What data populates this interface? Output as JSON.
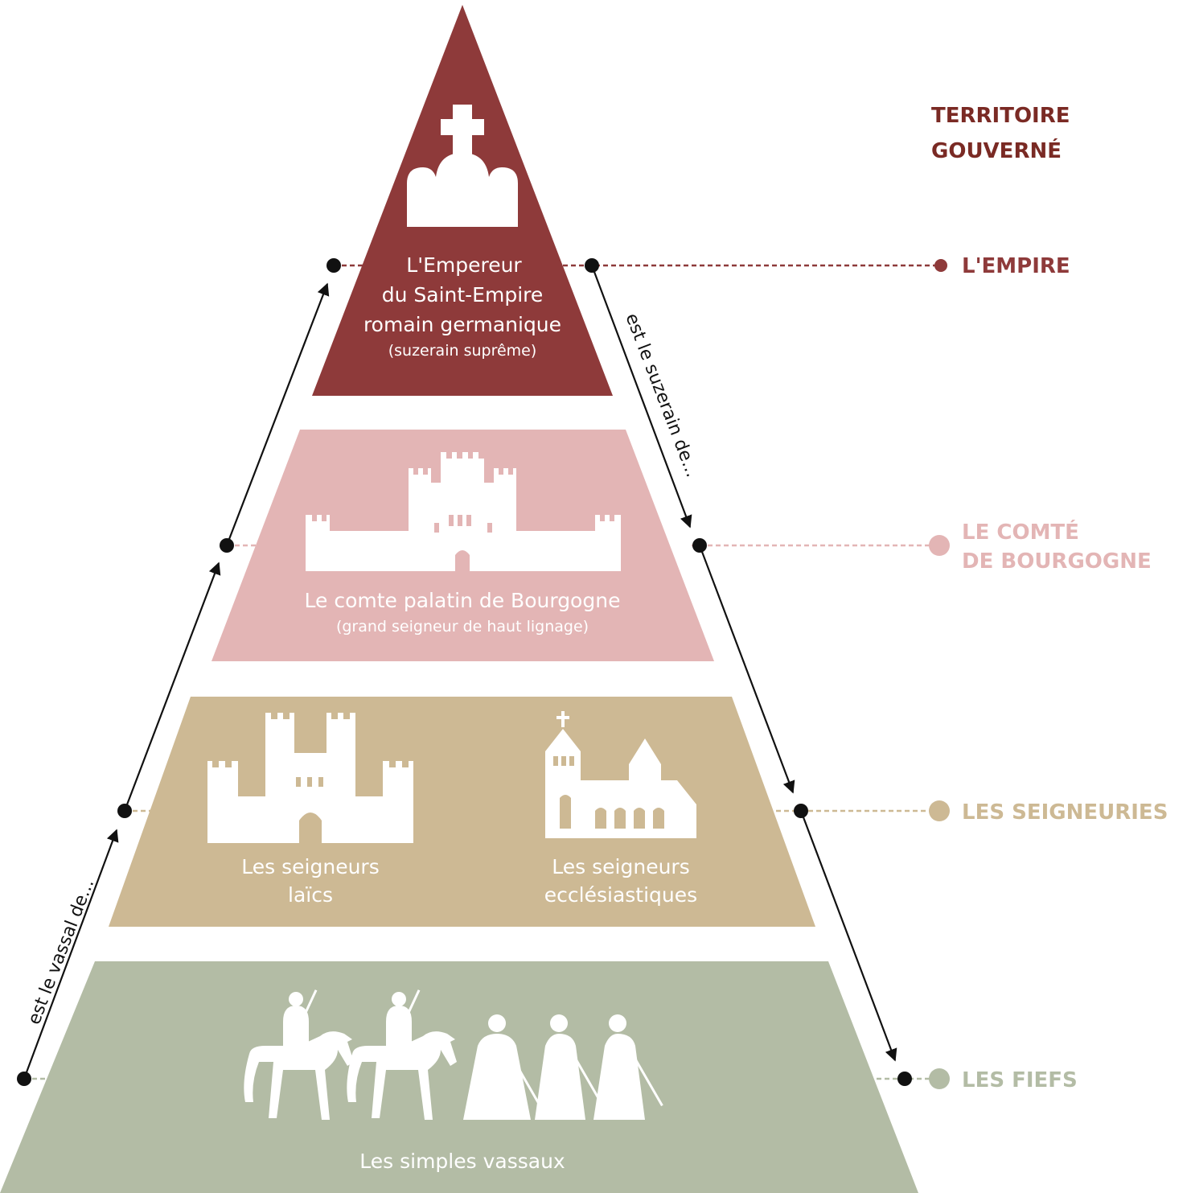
{
  "heading": {
    "line1": "TERRITOIRE",
    "line2": "GOUVERNÉ"
  },
  "tiers": {
    "empereur": {
      "line1": "L'Empereur",
      "line2": "du Saint-Empire",
      "line3": "romain germanique",
      "sub": "(suzerain suprême)"
    },
    "comte": {
      "main": "Le comte palatin de Bourgogne",
      "sub": "(grand seigneur de haut lignage)"
    },
    "seigneurs": {
      "laics_line1": "Les seigneurs",
      "laics_line2": "laïcs",
      "eccl_line1": "Les seigneurs",
      "eccl_line2": "ecclésiastiques"
    },
    "vassaux": {
      "main": "Les simples vassaux"
    }
  },
  "territories": {
    "empire": "L'EMPIRE",
    "comte_line1": "LE COMTÉ",
    "comte_line2": "DE BOURGOGNE",
    "seigneuries": "LES SEIGNEURIES",
    "fiefs": "LES FIEFS"
  },
  "relations": {
    "vassal": "est le vassal de...",
    "suzerain": "est le suzerain de..."
  },
  "colors": {
    "empire": "#8e3a3a",
    "comte": "#e3b5b5",
    "seigneuries": "#cdb994",
    "fiefs": "#b3bca5",
    "heading": "#7a2a24",
    "arrows": "#111111"
  },
  "icons": {
    "empire": "crown-icon",
    "comte": "palace-castle-icon",
    "laics": "castle-icon",
    "eccl": "church-icon",
    "vassaux": "knights-icon"
  }
}
